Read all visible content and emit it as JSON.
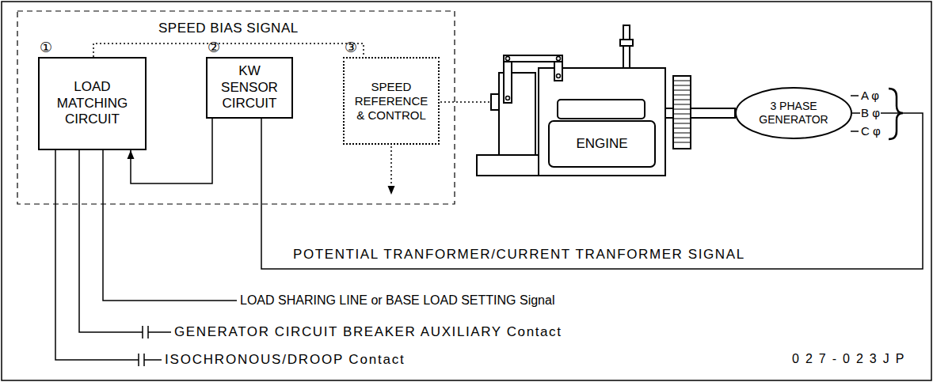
{
  "diagram": {
    "nodes": [
      {
        "text": [
          "①",
          "LOAD MATCHING CIRCUIT"
        ]
      },
      {
        "text": [
          "②",
          "KW SENSOR CIRCUIT"
        ]
      },
      {
        "text": [
          "③",
          "SPEED REFERENCE & CONTROL"
        ]
      },
      {
        "text": [
          "ENGINE"
        ]
      },
      {
        "text": [
          "3 PHASE GENERATOR"
        ]
      }
    ],
    "edges": [
      {
        "from": 1,
        "to": 0,
        "arrow": "to"
      },
      {
        "from": 0,
        "to": 2,
        "arrow": "none",
        "label": "SPEED BIAS SIGNAL"
      },
      {
        "from": 4,
        "to": 1,
        "arrow": "none",
        "label": "POTENTIAL TRANFORMER/CURRENT TRANFORMER SIGNAL"
      }
    ],
    "labels": [
      "A φ",
      "B φ",
      "C φ",
      "LOAD SHARING LINE or BASE LOAD SETTING Signal",
      "GENERATOR CIRCUIT BREAKER AUXILIARY Contact",
      "ISOCHRONOUS/DROOP Contact",
      "027-023JP"
    ]
  }
}
